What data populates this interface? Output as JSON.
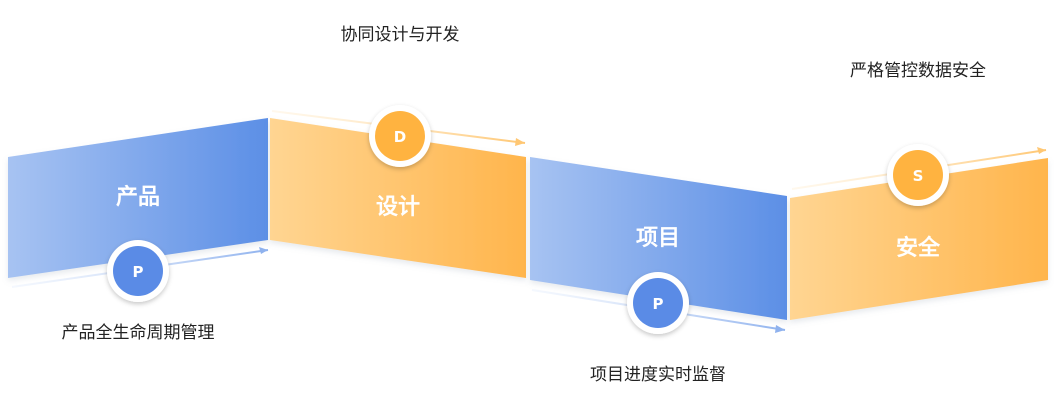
{
  "stages": [
    {
      "id": "product",
      "title": "产品",
      "badge": "P",
      "caption": "产品全生命周期管理",
      "theme": "blue"
    },
    {
      "id": "design",
      "title": "设计",
      "badge": "D",
      "caption": "协同设计与开发",
      "theme": "orange"
    },
    {
      "id": "project",
      "title": "项目",
      "badge": "P",
      "caption": "项目进度实时监督",
      "theme": "blue"
    },
    {
      "id": "security",
      "title": "安全",
      "badge": "S",
      "caption": "严格管控数据安全",
      "theme": "orange"
    }
  ],
  "colors": {
    "blue_light": "#a7c3f2",
    "blue_dark": "#5c8fe6",
    "blue_badge": "#5a8be6",
    "orange_light": "#ffd592",
    "orange_dark": "#ffb54c",
    "orange_badge": "#ffb340",
    "caption_text": "#222222",
    "panel_text": "#ffffff"
  }
}
